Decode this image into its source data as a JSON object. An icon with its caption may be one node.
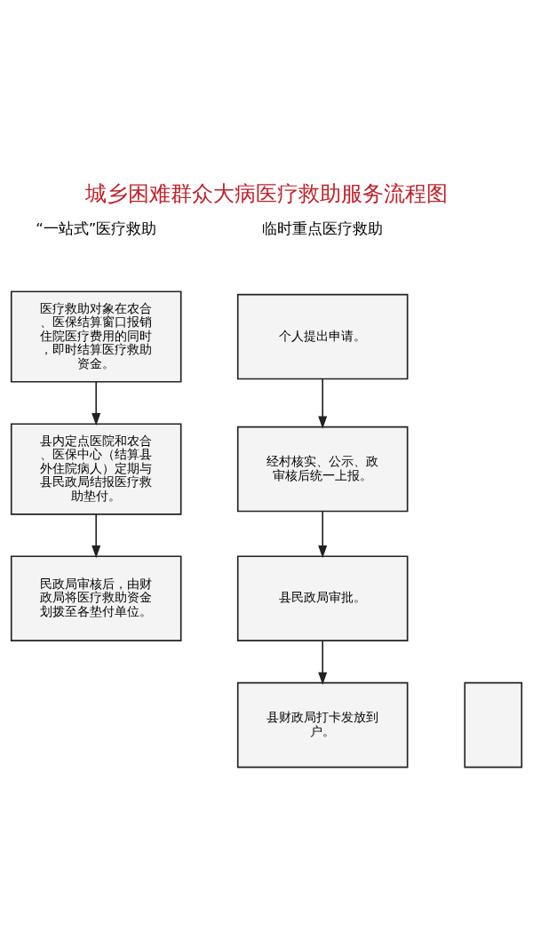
{
  "diagram": {
    "title": "城乡困难群众大病医疗救助服务流程图",
    "nodes": [
      {
        "text": [
          "医疗救助对象在农合、医保结算窗口报销住院医疗费用的同时，即时结算医疗救助资金。"
        ]
      },
      {
        "text": [
          "县内定点医院和农合、医保中心（结算县外住院病人）定期与县民政局结报医疗救助垫付。"
        ]
      },
      {
        "text": [
          "民政局审核后，由财政局将医疗救助资金划拨至各垫付单位。"
        ]
      },
      {
        "text": [
          "个人提出申请。"
        ]
      },
      {
        "text": [
          "经村核实、公示、政审核后统一上报。"
        ]
      },
      {
        "text": [
          "县民政局审批。"
        ]
      },
      {
        "text": [
          "县财政局打卡发放到户。"
        ]
      },
      {
        "text": [],
        "shape": "box"
      }
    ],
    "edges": [
      {
        "from": 0,
        "to": 1,
        "arrow": "to"
      },
      {
        "from": 1,
        "to": 2,
        "arrow": "to"
      },
      {
        "from": 3,
        "to": 4,
        "arrow": "to"
      },
      {
        "from": 4,
        "to": 5,
        "arrow": "to"
      },
      {
        "from": 5,
        "to": 6,
        "arrow": "to"
      }
    ],
    "labels": [
      "“一站式”医疗救助",
      "临时重点医疗救助"
    ]
  }
}
